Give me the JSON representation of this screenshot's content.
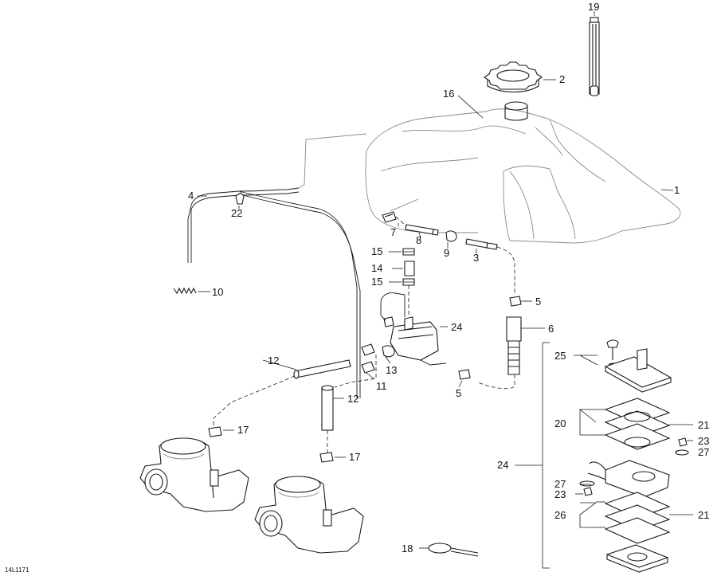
{
  "diagram": {
    "reference_code": "14L1171",
    "callouts": [
      {
        "key": "c1",
        "text": "1"
      },
      {
        "key": "c2",
        "text": "2"
      },
      {
        "key": "c3",
        "text": "3"
      },
      {
        "key": "c4",
        "text": "4"
      },
      {
        "key": "c5a",
        "text": "5"
      },
      {
        "key": "c5b",
        "text": "5"
      },
      {
        "key": "c6",
        "text": "6"
      },
      {
        "key": "c7",
        "text": "7"
      },
      {
        "key": "c8",
        "text": "8"
      },
      {
        "key": "c9",
        "text": "9"
      },
      {
        "key": "c10",
        "text": "10"
      },
      {
        "key": "c11",
        "text": "11"
      },
      {
        "key": "c12a",
        "text": "12"
      },
      {
        "key": "c12b",
        "text": "12"
      },
      {
        "key": "c13",
        "text": "13"
      },
      {
        "key": "c14",
        "text": "14"
      },
      {
        "key": "c15a",
        "text": "15"
      },
      {
        "key": "c15b",
        "text": "15"
      },
      {
        "key": "c16",
        "text": "16"
      },
      {
        "key": "c17a",
        "text": "17"
      },
      {
        "key": "c17b",
        "text": "17"
      },
      {
        "key": "c18",
        "text": "18"
      },
      {
        "key": "c19",
        "text": "19"
      },
      {
        "key": "c20",
        "text": "20"
      },
      {
        "key": "c21a",
        "text": "21"
      },
      {
        "key": "c21b",
        "text": "21"
      },
      {
        "key": "c22",
        "text": "22"
      },
      {
        "key": "c23a",
        "text": "23"
      },
      {
        "key": "c23b",
        "text": "23"
      },
      {
        "key": "c24a",
        "text": "24"
      },
      {
        "key": "c24b",
        "text": "24"
      },
      {
        "key": "c25",
        "text": "25"
      },
      {
        "key": "c26",
        "text": "26"
      },
      {
        "key": "c27a",
        "text": "27"
      },
      {
        "key": "c27b",
        "text": "27"
      }
    ]
  }
}
